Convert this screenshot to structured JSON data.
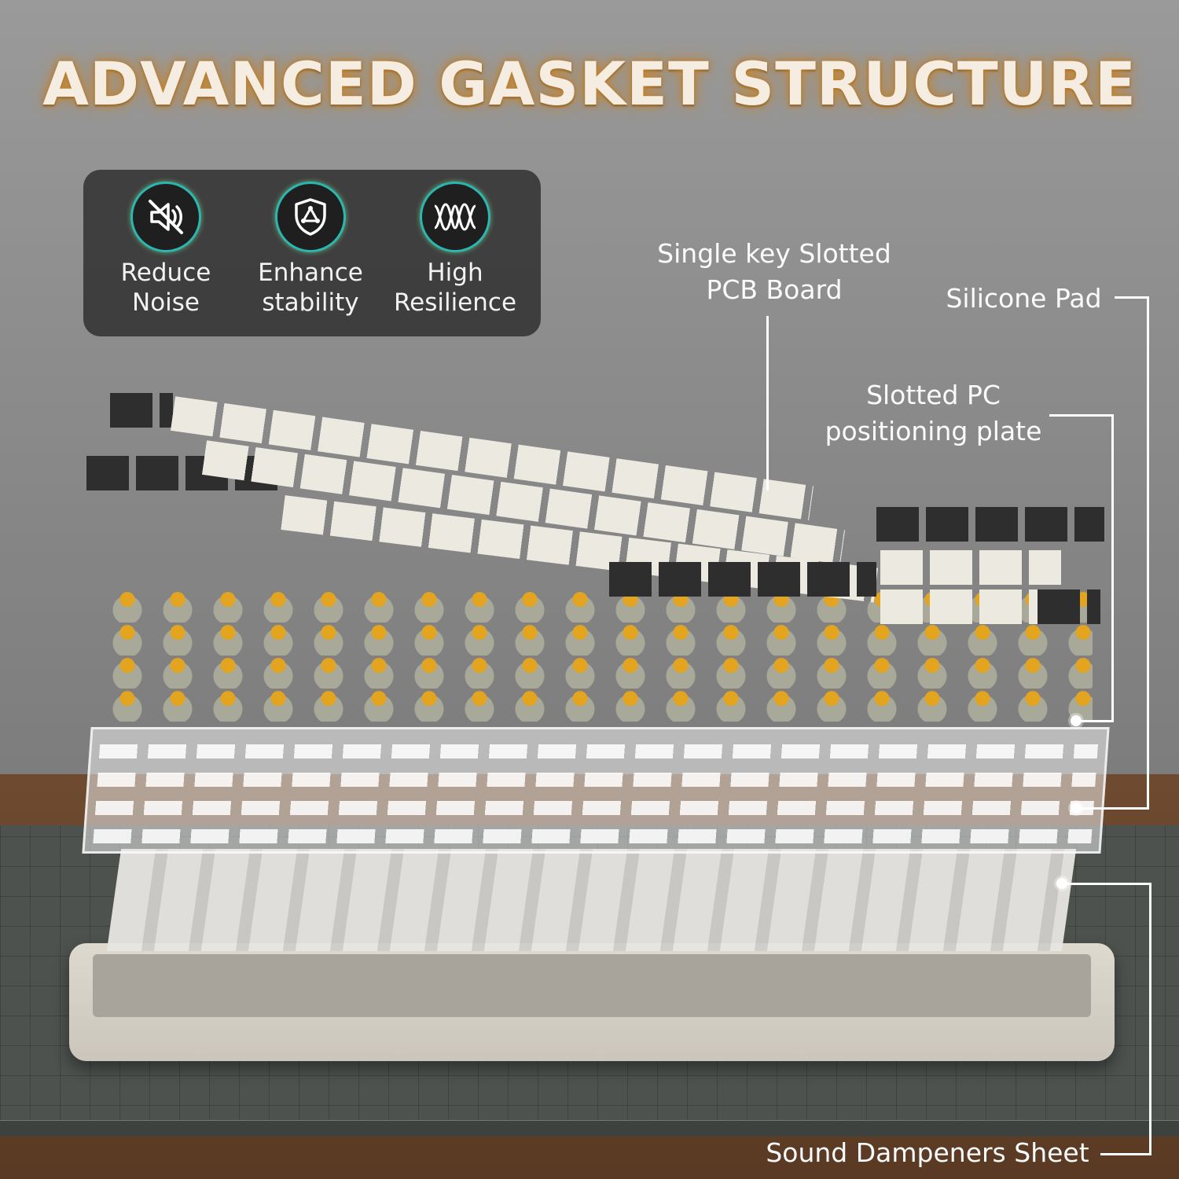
{
  "title": "ADVANCED GASKET STRUCTURE",
  "features": [
    {
      "icon": "muted-speaker-icon",
      "label": "Reduce\nNoise"
    },
    {
      "icon": "shield-icon",
      "label": "Enhance\nstability"
    },
    {
      "icon": "waveform-icon",
      "label": "High\nResilience"
    }
  ],
  "callouts": {
    "pcb": "Single key Slotted\nPCB Board",
    "silicone": "Silicone Pad",
    "plate": "Slotted PC\npositioning plate",
    "dampener": "Sound Dampeners Sheet"
  }
}
